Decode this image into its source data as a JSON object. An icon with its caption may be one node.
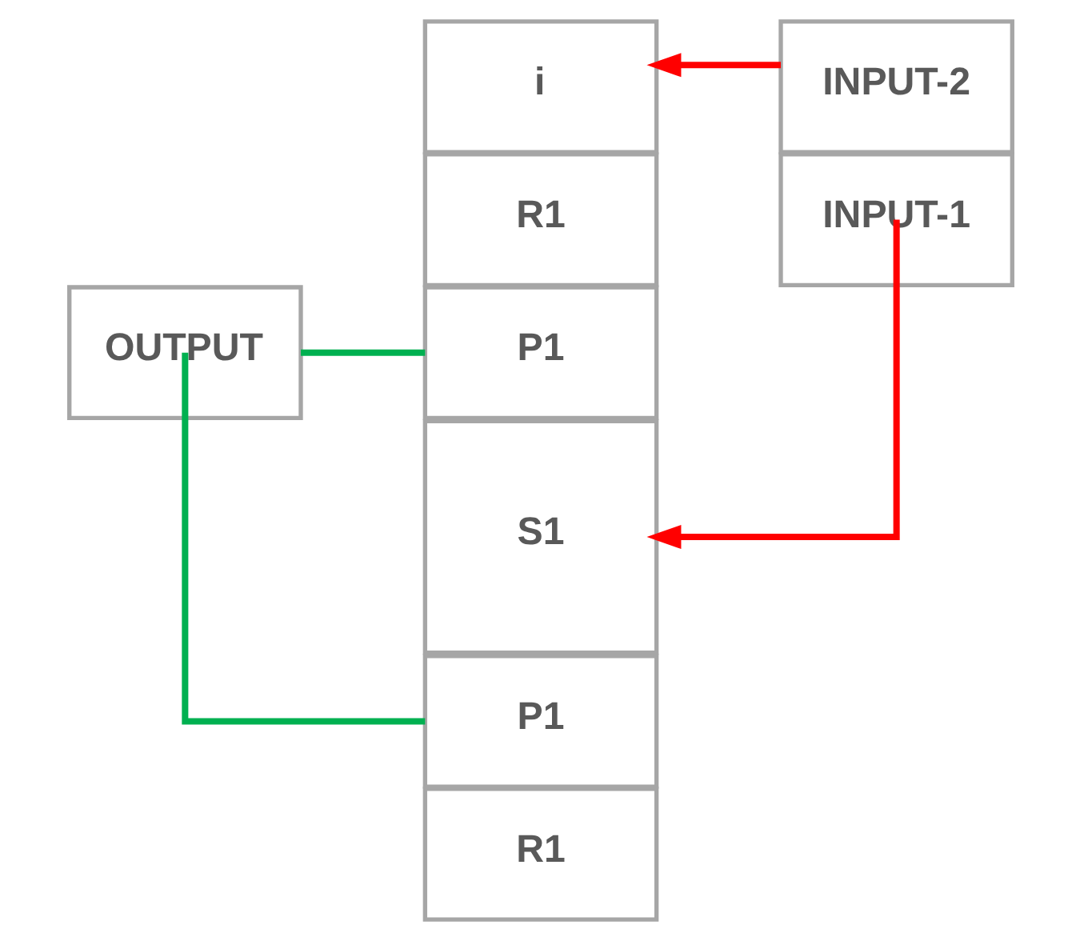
{
  "diagram": {
    "nodes": [
      {
        "text": [
          "i"
        ]
      },
      {
        "text": [
          "R1"
        ]
      },
      {
        "text": [
          "P1"
        ]
      },
      {
        "text": [
          "S1"
        ]
      },
      {
        "text": [
          "P1"
        ]
      },
      {
        "text": [
          "R1"
        ]
      },
      {
        "text": [
          "INPUT-2"
        ]
      },
      {
        "text": [
          "INPUT-1"
        ]
      },
      {
        "text": [
          "OUTPUT"
        ]
      }
    ],
    "edges": [
      {
        "from": 6,
        "to": 0,
        "arrow": "to",
        "color": "#ff0000"
      },
      {
        "from": 7,
        "to": 3,
        "arrow": "to",
        "color": "#ff0000"
      },
      {
        "from": 8,
        "to": 2,
        "arrow": "none",
        "color": "#00b050"
      },
      {
        "from": 8,
        "to": 4,
        "arrow": "none",
        "color": "#00b050"
      }
    ]
  }
}
